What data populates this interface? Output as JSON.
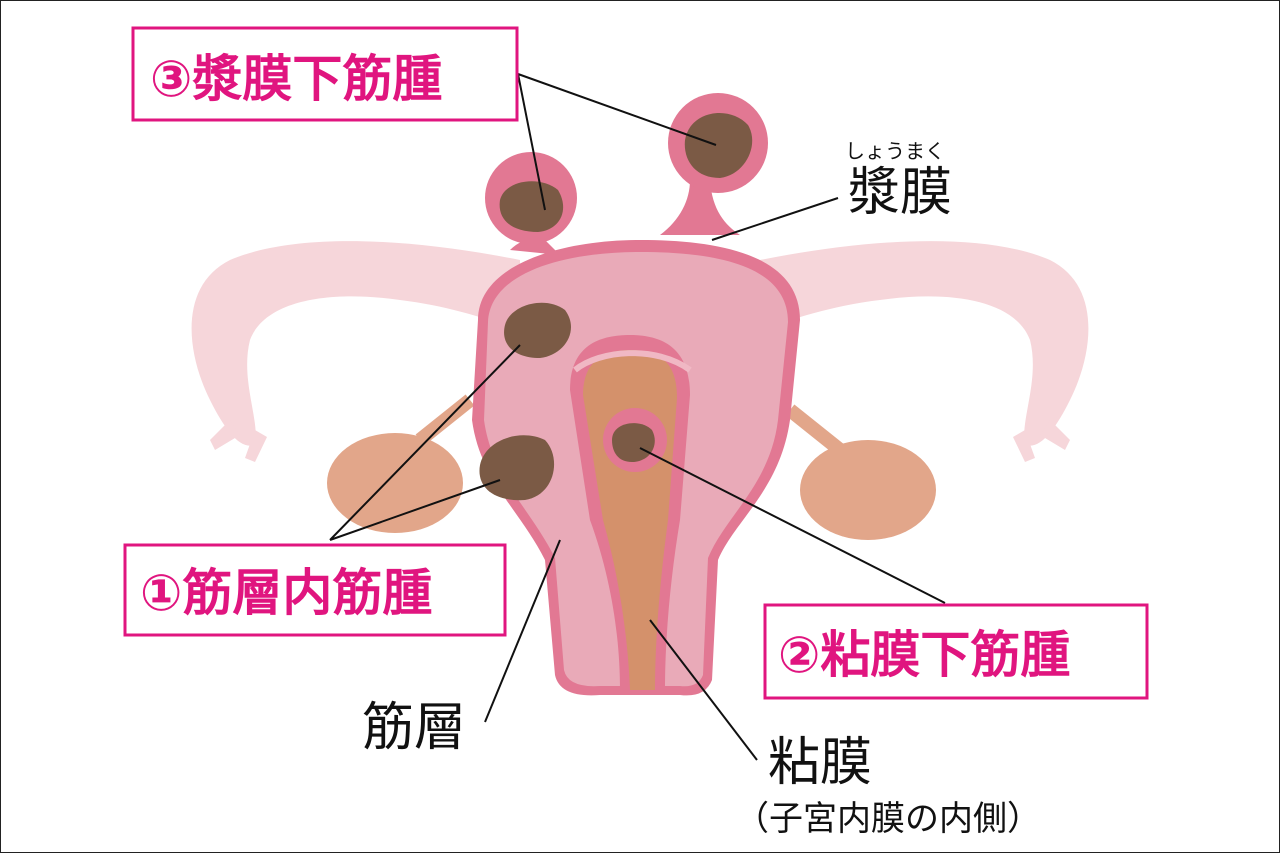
{
  "title": "子宮筋腫の種類",
  "fibroid_types": [
    {
      "label": "③漿膜下筋腫"
    },
    {
      "label": "①筋層内筋腫"
    },
    {
      "label": "②粘膜下筋腫"
    }
  ],
  "anatomy_labels": {
    "serosa_ruby": "しょうまく",
    "serosa": "漿膜",
    "myometrium": "筋層",
    "mucosa": "粘膜",
    "mucosa_note": "（子宮内膜の内側）"
  },
  "colors": {
    "accent": "#e0157f",
    "uterus": "#e9aab8",
    "uterus_outline": "#e27893",
    "tube": "#f6d6da",
    "ovary": "#e2a68a",
    "cavity": "#d4916b",
    "fibroid": "#7b5a45"
  }
}
